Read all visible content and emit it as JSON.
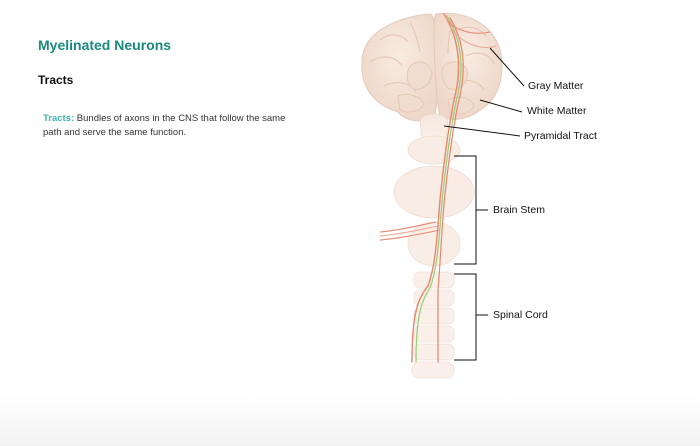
{
  "title": "Myelinated Neurons",
  "section": "Tracts",
  "definition": {
    "term": "Tracts:",
    "text": " Bundles of axons in the CNS that follow the same path and serve the same function."
  },
  "labels": {
    "gray_matter": "Gray Matter",
    "white_matter": "White Matter",
    "pyramidal_tract": "Pyramidal Tract",
    "brain_stem": "Brain Stem",
    "spinal_cord": "Spinal Cord"
  },
  "colors": {
    "title": "#1a8a7c",
    "term": "#3bb5b0",
    "tract_red": "#e8856f",
    "tract_green": "#9ccf7a",
    "tissue": "#f3dccd"
  }
}
